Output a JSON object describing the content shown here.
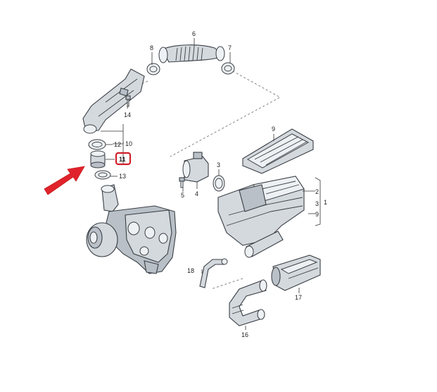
{
  "callouts": {
    "c1": "1",
    "c2": "2",
    "c3a": "3",
    "c3b": "3",
    "c4": "4",
    "c5": "5",
    "c6": "6",
    "c7": "7",
    "c8": "8",
    "c9a": "9",
    "c9b": "9",
    "c10": "10",
    "c11": "11",
    "c12": "12",
    "c13": "13",
    "c14": "14",
    "c16": "16",
    "c17": "17",
    "c18": "18"
  },
  "colors": {
    "highlight": "#d0202a",
    "arrow": "#e0232b",
    "line": "#333333",
    "part_fill": "#d4d9de"
  },
  "highlighted_part": "11"
}
